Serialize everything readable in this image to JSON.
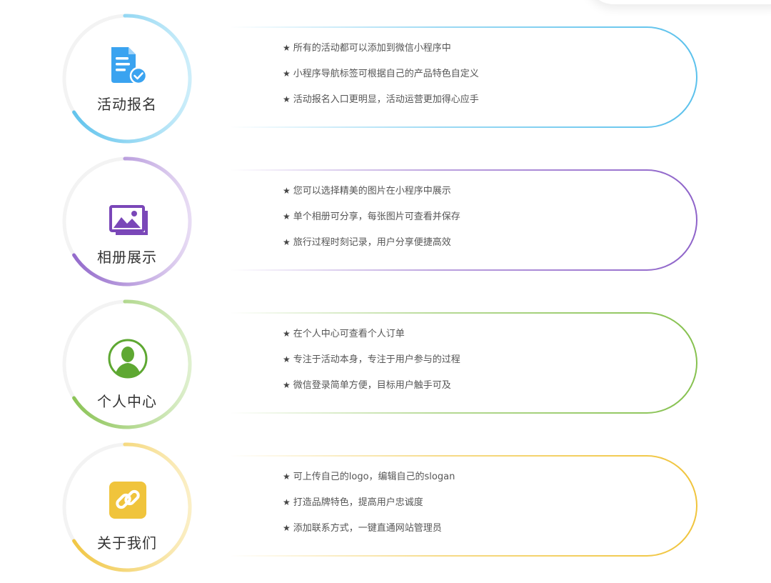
{
  "features": [
    {
      "title": "活动报名",
      "icon": "registration-form-icon",
      "color": "#5bc1ec",
      "light": "#cdeefa",
      "bullets": [
        "所有的活动都可以添加到微信小程序中",
        "小程序导航标签可根据自己的产品特色自定义",
        "活动报名入口更明显，活动运营更加得心应手"
      ]
    },
    {
      "title": "相册展示",
      "icon": "photo-album-icon",
      "color": "#8e63c9",
      "light": "#e8dcf4",
      "bullets": [
        "您可以选择精美的图片在小程序中展示",
        "单个相册可分享，每张图片可查看并保存",
        "旅行过程时刻记录，用户分享便捷高效"
      ]
    },
    {
      "title": "个人中心",
      "icon": "user-profile-icon",
      "color": "#86c14f",
      "light": "#dff0cf",
      "bullets": [
        "在个人中心可查看个人订单",
        "专注于活动本身，专注于用户参与的过程",
        "微信登录简单方便，目标用户触手可及"
      ]
    },
    {
      "title": "关于我们",
      "icon": "link-chain-icon",
      "color": "#f0c43c",
      "light": "#fbefc6",
      "bullets": [
        "可上传自己的logo，编辑自己的slogan",
        "打造品牌特色，提高用户忠诚度",
        "添加联系方式，一键直通网站管理员"
      ]
    }
  ],
  "bullet_marker": "★"
}
